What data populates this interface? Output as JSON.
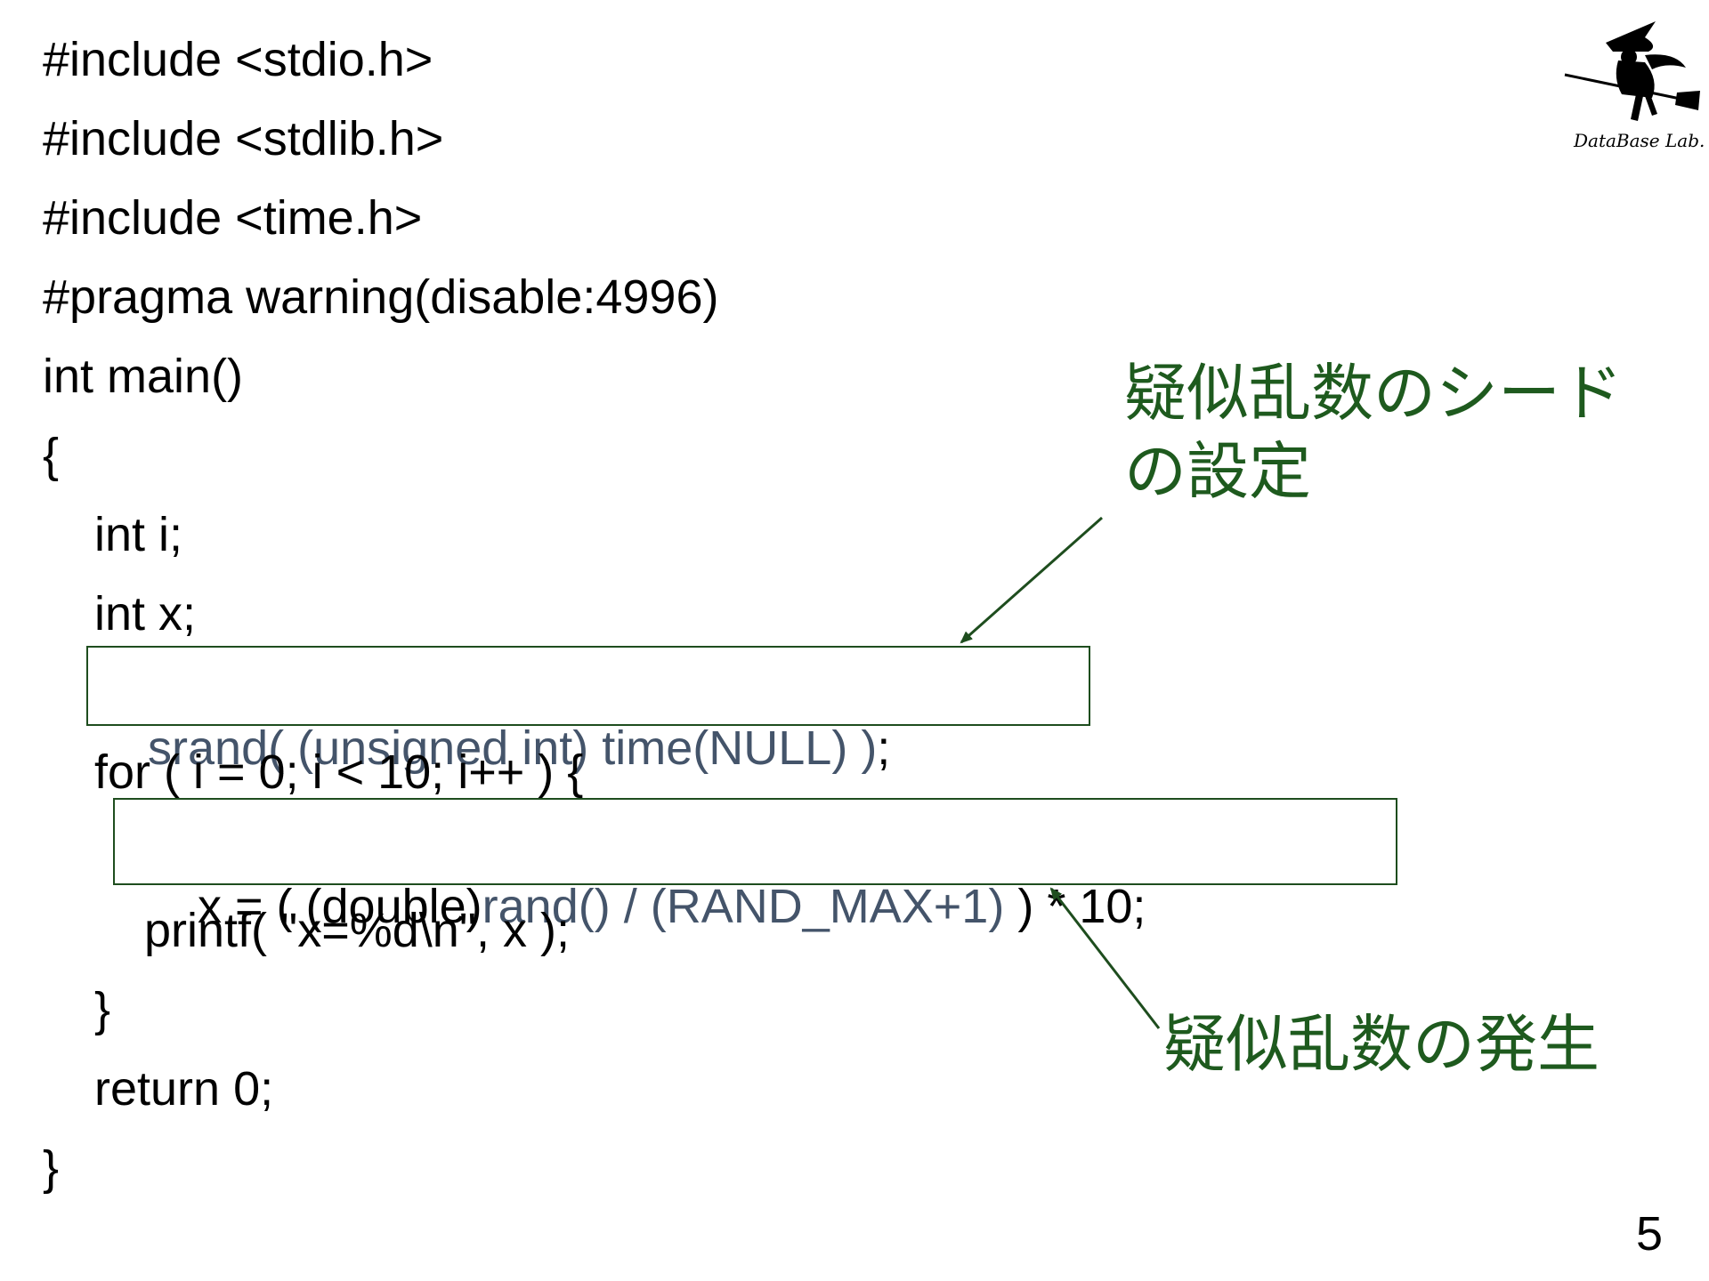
{
  "code_lines": [
    "#include <stdio.h>",
    "#include <stdlib.h>",
    "#include <time.h>",
    "#pragma warning(disable:4996)",
    "int main()",
    "{",
    "int i;",
    "int x;",
    "for ( i = 0; i < 10; i++ ) {",
    "printf( \"x=%d\\n\", x );",
    "}",
    "return 0;",
    "}"
  ],
  "srand_line": {
    "highlighted": "srand( (unsigned int) time(NULL) )",
    "rest": ";"
  },
  "rand_line": {
    "prefix": "x = ( (double)",
    "highlighted": "rand() / (RAND_MAX+1)",
    "suffix": " ) * 10;"
  },
  "annotations": {
    "seed_line1": "疑似乱数のシード",
    "seed_line2": "の設定",
    "generate": "疑似乱数の発生"
  },
  "logo": {
    "text": "DataBase Lab."
  },
  "page_number": "5",
  "colors": {
    "code_text": "#000000",
    "highlight_text": "#44546a",
    "annotation": "#1e5a1e",
    "box_border": "#1e4d1e"
  }
}
